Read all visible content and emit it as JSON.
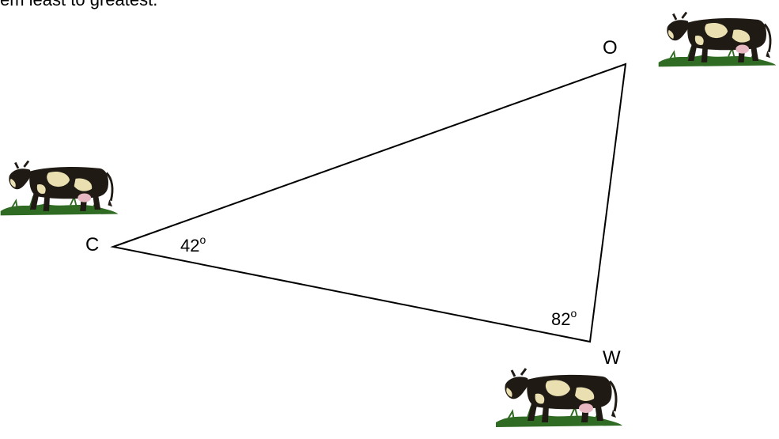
{
  "heading": "em least to greatest.",
  "vertices": {
    "o": "O",
    "c": "C",
    "w": "W"
  },
  "angles": {
    "c": {
      "value": "42",
      "unit": "o"
    },
    "w": {
      "value": "82",
      "unit": "o"
    }
  },
  "colors": {
    "line": "#000000",
    "cow_body": "#1f1a14",
    "cow_patch": "#e9dfb0",
    "grass": "#2f6b22"
  },
  "icons": [
    "cow-icon",
    "cow-icon",
    "cow-icon"
  ]
}
